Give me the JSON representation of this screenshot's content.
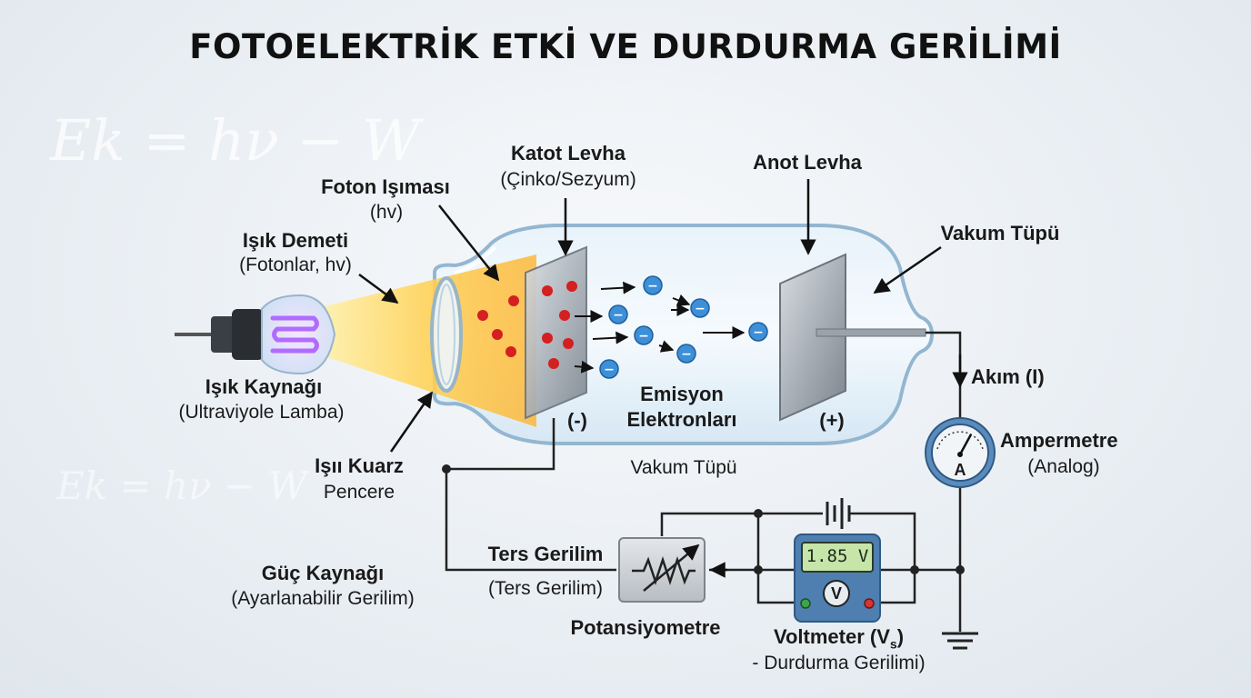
{
  "title": "FOTOELEKTRİK ETKİ VE DURDURMA GERİLİMİ",
  "background_formulas": [
    "Ek = hν − W",
    "Ek = hν − W"
  ],
  "labels": {
    "light_beam": "Işık Demeti",
    "light_beam_sub": "(Fotonlar, hv)",
    "photon_emission": "Foton Işıması",
    "photon_emission_sub": "(hv)",
    "cathode": "Katot Levha",
    "cathode_sub": "(Çinko/Sezyum)",
    "anode": "Anot Levha",
    "vacuum_tube_top": "Vakum Tüpü",
    "light_source": "Işık Kaynağı",
    "light_source_sub": "(Ultraviyole Lamba)",
    "quartz_window": "Işıı Kuarz",
    "quartz_window_sub": "Pencere",
    "emission_electrons": "Emisyon",
    "emission_electrons_sub": "Elektronları",
    "cathode_sign": "(-)",
    "anode_sign": "(+)",
    "vacuum_tube_bottom": "Vakum Tüpü",
    "current": "Akım (I)",
    "ammeter": "Ampermetre",
    "ammeter_sub": "(Analog)",
    "ammeter_symbol": "A",
    "reverse_voltage": "Ters Gerilim",
    "reverse_voltage_sub": "(Ters Gerilim)",
    "power_supply": "Güç Kaynağı",
    "power_supply_sub": "(Ayarlanabilir Gerilim)",
    "potentiometer": "Potansiyometre",
    "voltmeter_display": "1.85 V",
    "voltmeter_symbol": "V",
    "voltmeter": "Voltmeter (V",
    "voltmeter_subscript": "s",
    "voltmeter_close": ")",
    "voltmeter_sub": "- Durdurma Gerilimi)"
  },
  "colors": {
    "tube_glass": "#cfe3f2",
    "beam": "#ffd35a",
    "photon": "#d42020",
    "electron": "#3d8fd8",
    "lamp_glow": "#b26bff",
    "display": "#c6e5a8",
    "wire": "#222222"
  }
}
